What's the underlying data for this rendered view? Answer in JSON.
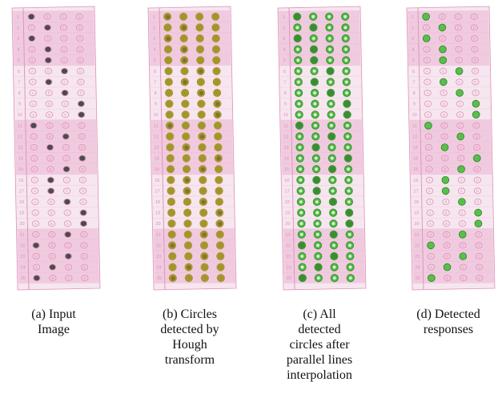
{
  "figure": {
    "panels": [
      {
        "id": "a",
        "caption": "(a) Input\nImage",
        "style": "input"
      },
      {
        "id": "b",
        "caption": "(b) Circles\ndetected by\nHough\ntransform",
        "style": "hough"
      },
      {
        "id": "c",
        "caption": "(c) All\ndetected\ncircles after\nparallel lines\ninterpolation",
        "style": "all"
      },
      {
        "id": "d",
        "caption": "(d) Detected\nresponses",
        "style": "responses"
      }
    ],
    "sheet": {
      "rows": 25,
      "options_per_row": 4,
      "row_numbers": [
        "1",
        "2",
        "3",
        "4",
        "5",
        "6",
        "7",
        "8",
        "9",
        "10",
        "11",
        "12",
        "13",
        "14",
        "15",
        "16",
        "17",
        "18",
        "19",
        "20",
        "21",
        "22",
        "23",
        "24",
        "25"
      ],
      "option_letters": [
        "A",
        "B",
        "C",
        "D"
      ],
      "marked": [
        0,
        1,
        0,
        1,
        1,
        2,
        1,
        2,
        3,
        3,
        0,
        2,
        1,
        3,
        2,
        1,
        1,
        2,
        3,
        3,
        2,
        0,
        2,
        1,
        0
      ]
    },
    "colors": {
      "paper": "#f6e6ef",
      "band": "#efc6dc",
      "ink": "#e08fb8",
      "filled": "#4c4a4e",
      "hough": "#9a9a2c",
      "ring": "#3f9a37",
      "detected": "#58c04a"
    }
  }
}
